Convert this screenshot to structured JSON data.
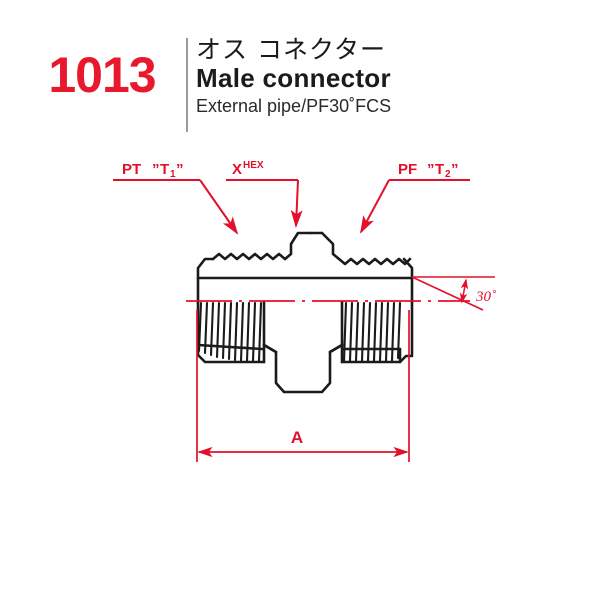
{
  "page": {
    "background_color": "#ffffff",
    "accent_color": "#e8192c",
    "line_color": "#1b1b1b"
  },
  "header": {
    "catalog_number": "1013",
    "title_ja": "オス コネクター",
    "title_en": "Male connector",
    "subtitle": "External pipe/PF30˚FCS"
  },
  "drawing": {
    "type": "technical-section-drawing",
    "part": "Male connector fitting",
    "annotations": [
      {
        "id": "left-thread",
        "label_main": "PT",
        "label_quote_open": "\"",
        "label_sub": "T",
        "label_sub_index": "1",
        "label_quote_close": "\"",
        "full": "PT \"T1\""
      },
      {
        "id": "hex-flats",
        "label_main": "X",
        "label_sup": "HEX",
        "full": "X HEX"
      },
      {
        "id": "right-thread",
        "label_main": "PF",
        "label_quote_open": "\"",
        "label_sub": "T",
        "label_sub_index": "2",
        "label_quote_close": "\"",
        "full": "PF \"T2\""
      }
    ],
    "angle_callout": {
      "value": "30",
      "unit": "˚",
      "full": "30˚"
    },
    "dimension": {
      "label": "A",
      "description": "overall length"
    }
  }
}
